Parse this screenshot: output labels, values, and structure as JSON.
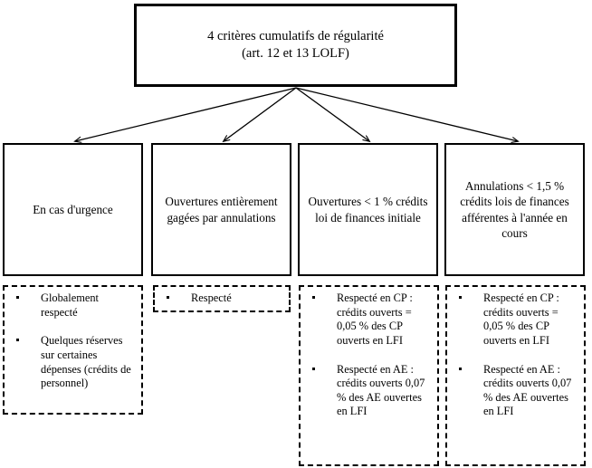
{
  "diagram": {
    "title_box": {
      "line1": "4 critères cumulatifs de régularité",
      "line2": "(art. 12 et 13 LOLF)"
    },
    "criteria": [
      {
        "text": "En cas d'urgence"
      },
      {
        "text": "Ouvertures entièrement gagées par annulations"
      },
      {
        "text": "Ouvertures < 1 % crédits loi de finances initiale"
      },
      {
        "text": "Annulations < 1,5 % crédits lois de finances afférentes à l'année en cours"
      }
    ],
    "notes": [
      {
        "bullets": [
          "Globalement respecté",
          "Quelques réserves sur certaines dépenses (crédits de personnel)"
        ]
      },
      {
        "bullets": [
          "Respecté"
        ]
      },
      {
        "bullets": [
          "Respecté en CP : crédits ouverts = 0,05 % des CP ouverts en LFI",
          "Respecté en AE : crédits ouverts 0,07 % des AE ouvertes en LFI"
        ]
      },
      {
        "bullets": [
          "Respecté en CP : crédits ouverts = 0,05 % des CP ouverts en LFI",
          "Respecté en AE : crédits ouverts 0,07 % des AE ouvertes en LFI"
        ]
      }
    ],
    "colors": {
      "stroke": "#000000",
      "background": "#ffffff"
    }
  }
}
